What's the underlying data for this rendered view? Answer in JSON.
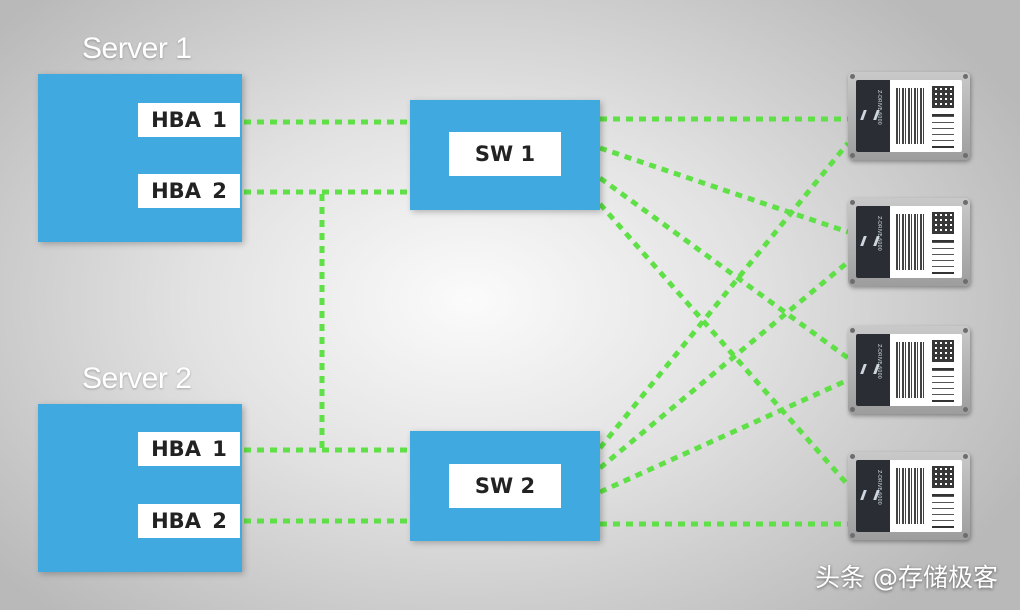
{
  "servers": [
    {
      "label": "Server 1",
      "hbas": [
        "HBA  1",
        "HBA  2"
      ]
    },
    {
      "label": "Server 2",
      "hbas": [
        "HBA  1",
        "HBA  2"
      ]
    }
  ],
  "switches": [
    "SW 1",
    "SW 2"
  ],
  "drives": [
    {
      "model_text": "Z-DRIVE 6000"
    },
    {
      "model_text": "Z-DRIVE 6000"
    },
    {
      "model_text": "Z-DRIVE 6000"
    },
    {
      "model_text": "Z-DRIVE 6000"
    }
  ],
  "colors": {
    "box": "#3fa9e0",
    "link": "#5fe046",
    "text": "#222222"
  },
  "watermark": "头条 @存储极客"
}
